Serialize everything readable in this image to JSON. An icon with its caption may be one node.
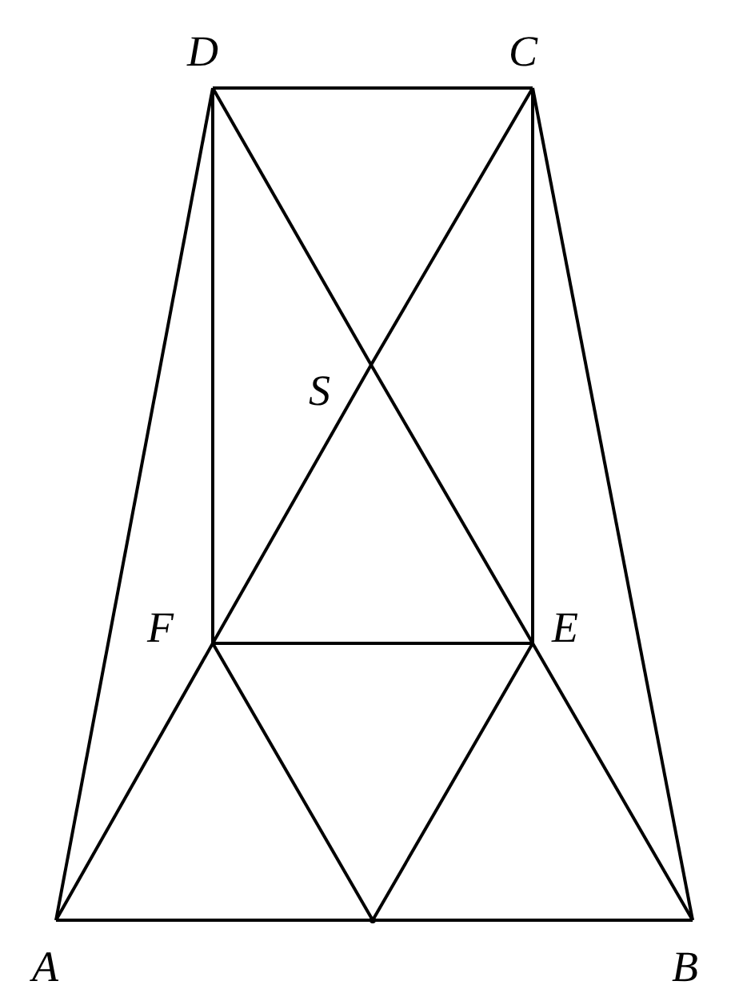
{
  "diagram": {
    "nodes": [
      {
        "text": [
          "D"
        ]
      },
      {
        "text": [
          "C"
        ]
      },
      {
        "text": [
          "S"
        ]
      },
      {
        "text": [
          "F"
        ]
      },
      {
        "text": [
          "E"
        ]
      },
      {
        "text": [
          "A"
        ]
      },
      {
        "text": [],
        "shape": "point"
      },
      {
        "text": [
          "B"
        ]
      }
    ],
    "edges": [
      {
        "from": 5,
        "to": 6,
        "arrow": "none"
      },
      {
        "from": 6,
        "to": 7,
        "arrow": "none"
      },
      {
        "from": 7,
        "to": 1,
        "arrow": "none"
      },
      {
        "from": 1,
        "to": 0,
        "arrow": "none"
      },
      {
        "from": 0,
        "to": 5,
        "arrow": "none"
      },
      {
        "from": 0,
        "to": 3,
        "arrow": "none"
      },
      {
        "from": 1,
        "to": 4,
        "arrow": "none"
      },
      {
        "from": 3,
        "to": 4,
        "arrow": "none"
      },
      {
        "from": 0,
        "to": 2,
        "arrow": "none"
      },
      {
        "from": 2,
        "to": 4,
        "arrow": "none"
      },
      {
        "from": 1,
        "to": 2,
        "arrow": "none"
      },
      {
        "from": 2,
        "to": 3,
        "arrow": "none"
      },
      {
        "from": 5,
        "to": 3,
        "arrow": "none"
      },
      {
        "from": 3,
        "to": 6,
        "arrow": "none"
      },
      {
        "from": 6,
        "to": 4,
        "arrow": "none"
      },
      {
        "from": 4,
        "to": 7,
        "arrow": "none"
      }
    ]
  }
}
